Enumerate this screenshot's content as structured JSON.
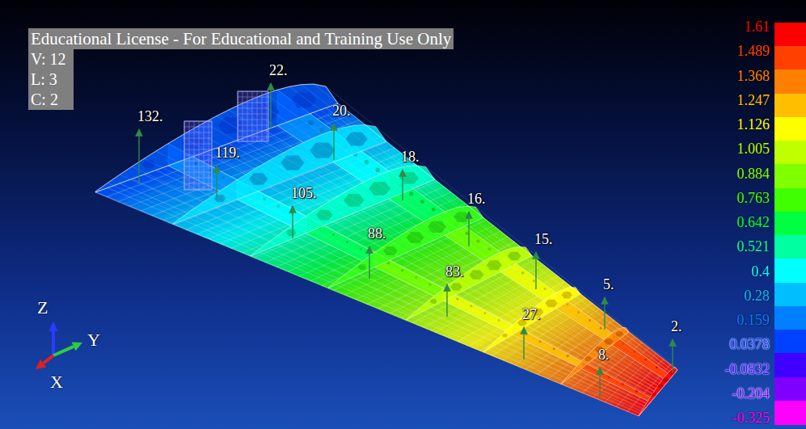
{
  "diagram": {
    "labels": [
      "Educational License - For Educational and Training Use Only",
      "V: 12",
      "L: 3",
      "C: 2",
      "132.",
      "22.",
      "119.",
      "20.",
      "18.",
      "105.",
      "16.",
      "88.",
      "15.",
      "83.",
      "5.",
      "27.",
      "2.",
      "8.",
      "Z",
      "Y",
      "X"
    ],
    "legend": [
      {
        "text": "1.61",
        "color": "#ff0000"
      },
      {
        "text": "1.489",
        "color": "#ff4000"
      },
      {
        "text": "1.368",
        "color": "#ff8000"
      },
      {
        "text": "1.247",
        "color": "#ffbf00"
      },
      {
        "text": "1.126",
        "color": "#ffff00"
      },
      {
        "text": "1.005",
        "color": "#bfff00"
      },
      {
        "text": "0.884",
        "color": "#80ff00"
      },
      {
        "text": "0.763",
        "color": "#40ff00"
      },
      {
        "text": "0.642",
        "color": "#00ff40"
      },
      {
        "text": "0.521",
        "color": "#00ffa0"
      },
      {
        "text": "0.4",
        "color": "#00ffff"
      },
      {
        "text": "0.28",
        "color": "#00bfff"
      },
      {
        "text": "0.159",
        "color": "#0080ff"
      },
      {
        "text": "0.0378",
        "color": "#0040ff"
      },
      {
        "text": "-0.0832",
        "color": "#4000ff"
      },
      {
        "text": "-0.204",
        "color": "#8000ff"
      },
      {
        "text": "-0.325",
        "color": "#ff00ff"
      }
    ]
  }
}
